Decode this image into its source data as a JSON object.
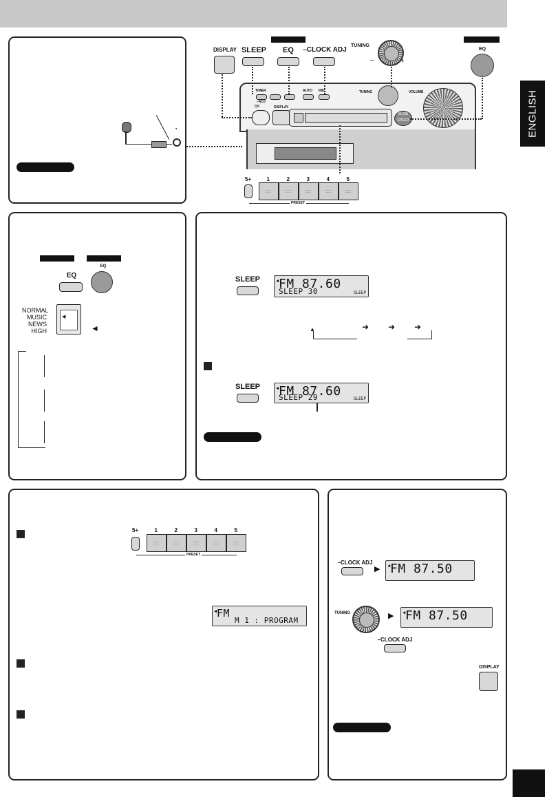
{
  "side_tab": {
    "label": "ENGLISH"
  },
  "unit": {
    "display_label": "DISPLAY",
    "sleep_label": "SLEEP",
    "eq_label": "EQ",
    "clock_adj_label": "–CLOCK ADJ",
    "tuning_label": "TUNING",
    "volume_label": "VOLUME",
    "eq_remote_label": "EQ",
    "timer_label": "TIMER",
    "adj_label": "–ADJ",
    "auto_label": "AUTO",
    "ind_label": "IND",
    "slow_label": "SLOW",
    "speed_label": "SPEED",
    "power_label": "⏻/I",
    "minus": "–",
    "plus": "+"
  },
  "preset": {
    "skip_label": "5+",
    "numbers": [
      "1",
      "2",
      "3",
      "4",
      "5"
    ],
    "key_glyph": ":::",
    "caption": "PRESET"
  },
  "eq_panel": {
    "eq_label": "EQ",
    "modes": [
      "NORMAL",
      "MUSIC",
      "NEWS",
      "HIGH"
    ],
    "pointer": "◄"
  },
  "sleep_panel": {
    "sleep_label": "SLEEP",
    "display1": {
      "line1": "FM 87.60",
      "line2": "SLEEP  30",
      "tag": "SLEEP"
    },
    "display2": {
      "line1": "FM 87.60",
      "line2": "SLEEP  29",
      "tag": "SLEEP"
    }
  },
  "program_panel": {
    "display": {
      "line1": "FM",
      "line2": "M  1 : PROGRAM"
    }
  },
  "clock_panel": {
    "clock_adj_label": "–CLOCK ADJ",
    "tuning_label": "TUNING",
    "display_label": "DISPLAY",
    "display1": "FM 87.50",
    "display2": "FM 87.50"
  }
}
